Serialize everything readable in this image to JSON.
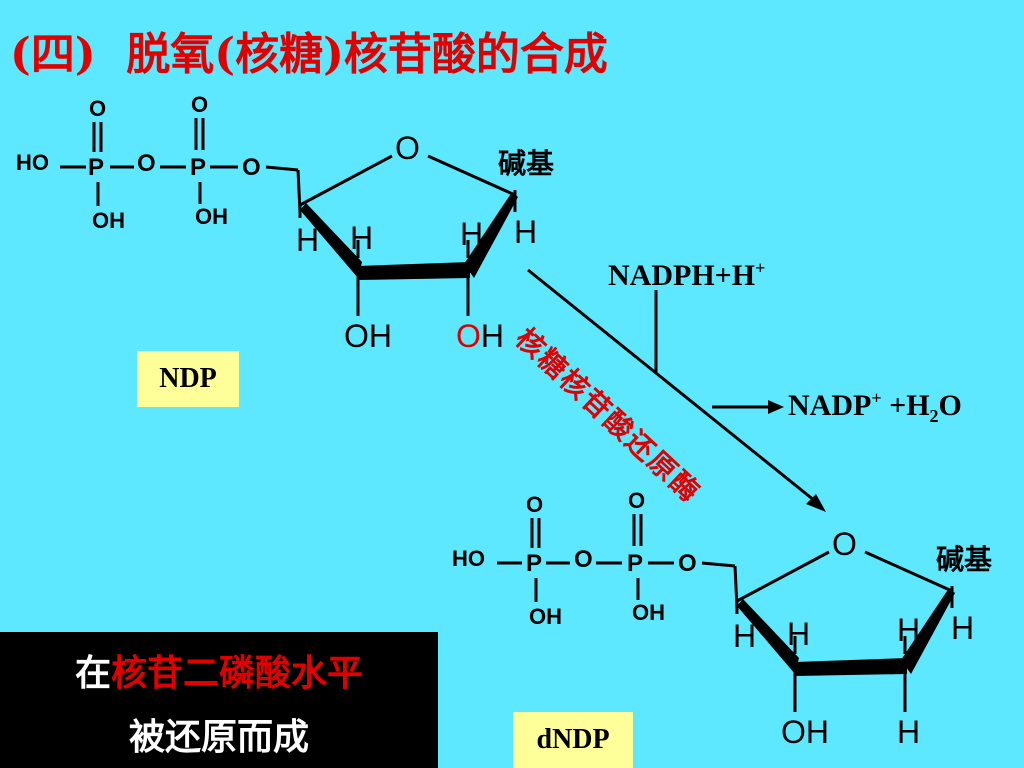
{
  "title": {
    "prefix": "(四)",
    "main": "脱氧(核糖)核苷酸的合成"
  },
  "ndp": {
    "box_label": "NDP",
    "base": "碱基",
    "ring_o": "O",
    "phosphate": {
      "ho": "HO",
      "p1": "P",
      "p2": "P",
      "o_bridge": "O",
      "o_link": "O",
      "o_top1": "O",
      "o_top2": "O",
      "oh1": "OH",
      "oh2": "OH"
    },
    "h_labels": [
      "H",
      "H",
      "H",
      "H"
    ],
    "c2_oh_o": "O",
    "c2_oh_h": "H",
    "c3_oh": "OH"
  },
  "dndp": {
    "box_label": "dNDP",
    "base": "碱基",
    "ring_o": "O",
    "phosphate": {
      "ho": "HO",
      "p1": "P",
      "p2": "P",
      "o_bridge": "O",
      "o_link": "O",
      "o_top1": "O",
      "o_top2": "O",
      "oh1": "OH",
      "oh2": "OH"
    },
    "h_labels": [
      "H",
      "H",
      "H",
      "H"
    ],
    "c3_oh": "OH",
    "c2_h": "H"
  },
  "reaction": {
    "cofactor_in": "NADPH+H",
    "cofactor_in_sup": "+",
    "cofactor_out": "NADP",
    "cofactor_out_sup": "+",
    "cofactor_out_water": " +H",
    "water_sub": "2",
    "water_o": "O",
    "enzyme": "核糖核苷酸还原酶"
  },
  "summary": {
    "line1_pre": "在",
    "line1_red": "核苷二磷酸水平",
    "line2": "被还原而成"
  },
  "colors": {
    "background": "#5ee8ff",
    "title": "#e00000",
    "label_box": "#ffff99",
    "summary_box": "#000000"
  }
}
